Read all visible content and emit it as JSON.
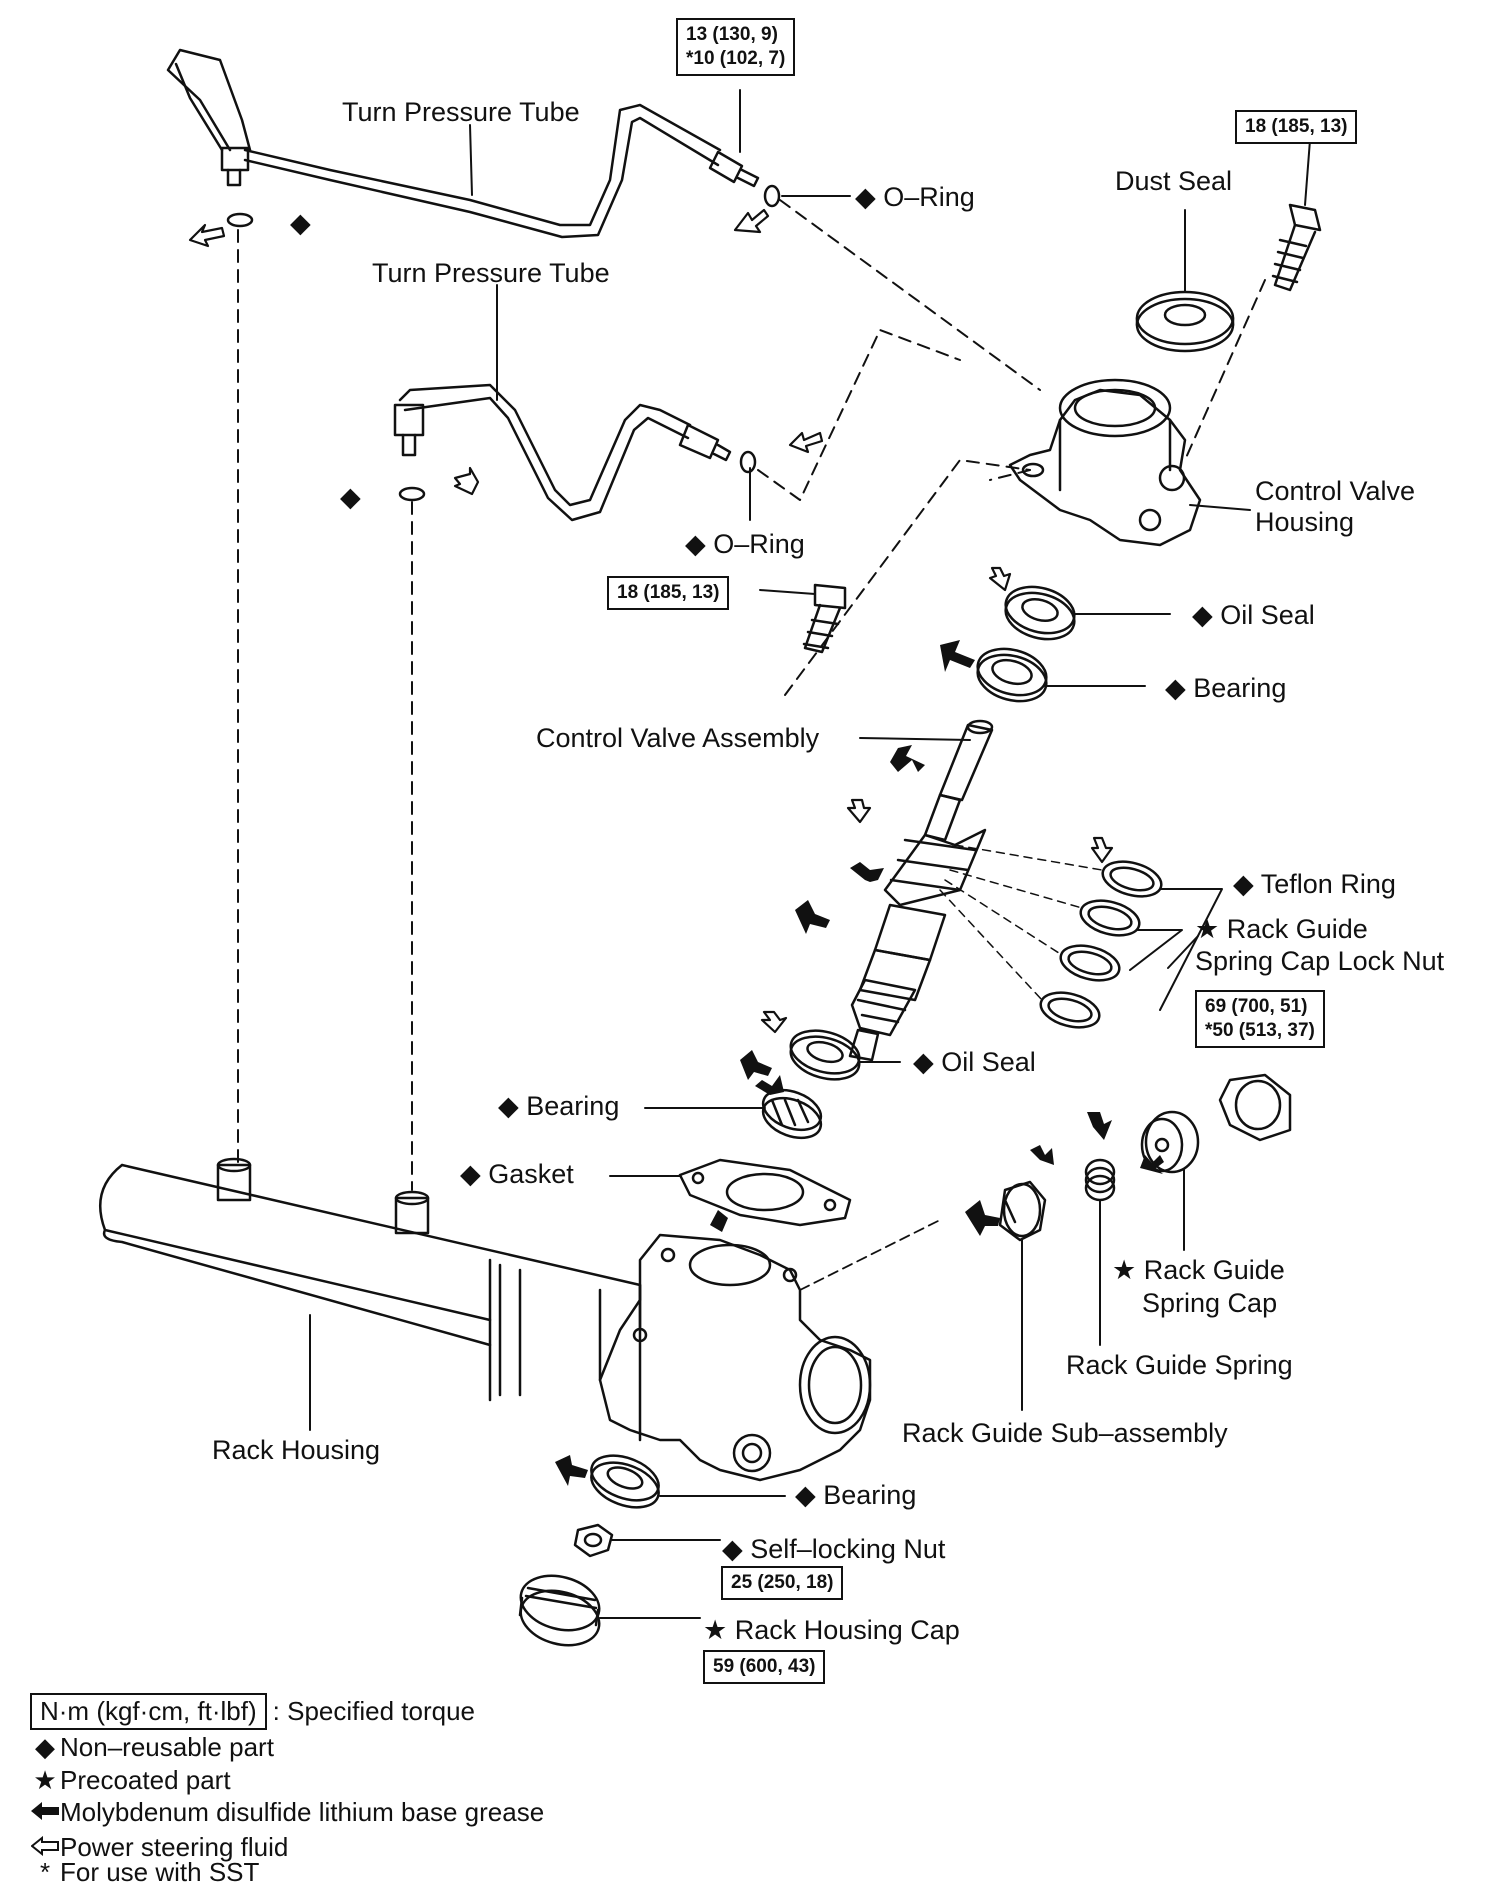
{
  "labels": {
    "turn_pressure_tube_upper": "Turn Pressure Tube",
    "turn_pressure_tube_lower": "Turn Pressure Tube",
    "o_ring_upper": "◆ O–Ring",
    "o_ring_lower": "◆ O–Ring",
    "dust_seal": "Dust Seal",
    "control_valve_housing_1": "Control Valve",
    "control_valve_housing_2": "Housing",
    "oil_seal_upper": "◆ Oil Seal",
    "bearing_upper": "◆ Bearing",
    "control_valve_assembly": "Control Valve Assembly",
    "teflon_ring": "◆ Teflon Ring",
    "lock_nut_1": "★ Rack Guide",
    "lock_nut_2": "Spring Cap Lock Nut",
    "oil_seal_lower": "◆ Oil Seal",
    "bearing_middle": "◆ Bearing",
    "gasket": "◆ Gasket",
    "rack_guide_spring_cap_1": "★ Rack Guide",
    "rack_guide_spring_cap_2": "Spring Cap",
    "rack_guide_spring": "Rack Guide Spring",
    "rack_guide_sub_assembly": "Rack Guide Sub–assembly",
    "rack_housing": "Rack Housing",
    "bearing_lower": "◆ Bearing",
    "self_locking_nut": "◆ Self–locking Nut",
    "rack_housing_cap": "★ Rack Housing Cap",
    "small_diamond": "◆"
  },
  "torques": {
    "tube_union_1": "13 (130, 9)",
    "tube_union_2": "*10 (102, 7)",
    "housing_bolt": "18 (185, 13)",
    "valve_bolt": "18 (185, 13)",
    "lock_nut_1": "69 (700, 51)",
    "lock_nut_2": "*50 (513, 37)",
    "self_locking_nut": "25 (250, 18)",
    "rack_housing_cap": "59 (600, 43)"
  },
  "legend": {
    "torque_box": "N·m (kgf·cm, ft·lbf)",
    "torque_text": ": Specified torque",
    "nonreusable_symbol": "◆",
    "nonreusable": "Non–reusable part",
    "precoated_symbol": "★",
    "precoated": "Precoated part",
    "grease_symbol": "🡄",
    "grease": "Molybdenum disulfide lithium base grease",
    "fluid_symbol": "⇦",
    "fluid": "Power steering fluid",
    "sst_symbol": "*",
    "sst": "For use with SST"
  }
}
